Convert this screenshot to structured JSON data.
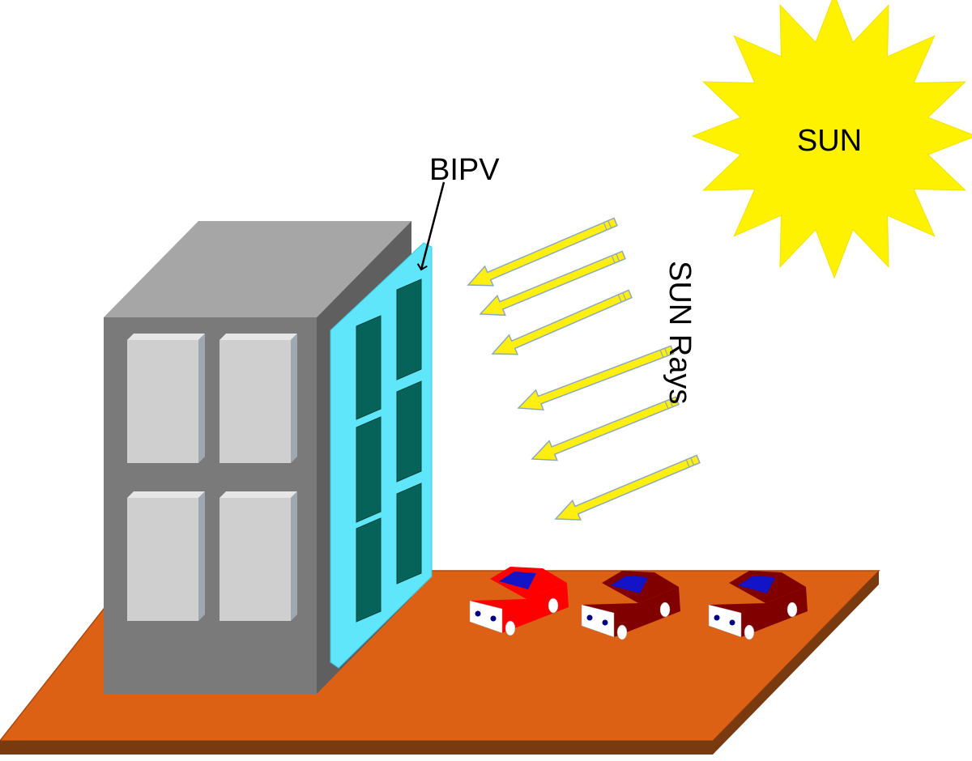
{
  "labels": {
    "sun": "SUN",
    "bipv": "BIPV",
    "sun_rays": "SUN Rays"
  },
  "colors": {
    "ground_top": "#DD6114",
    "ground_side": "#7A3A0F",
    "building_front": "#7A7A7A",
    "building_top": "#A6A6A6",
    "building_side": "#5F5F5F",
    "window_face": "#CFCFCF",
    "bipv_panel": "#5FE6FA",
    "bipv_cell": "#056359",
    "sun_fill": "#FFF200",
    "ray_fill": "#FFEF10",
    "car_red": "#FF0000",
    "car_maroon": "#800000",
    "car_roof": "#1313C8"
  },
  "icons": {
    "sun": "starburst-sun-icon",
    "ray": "arrow-left-icon",
    "car": "car-icon"
  }
}
